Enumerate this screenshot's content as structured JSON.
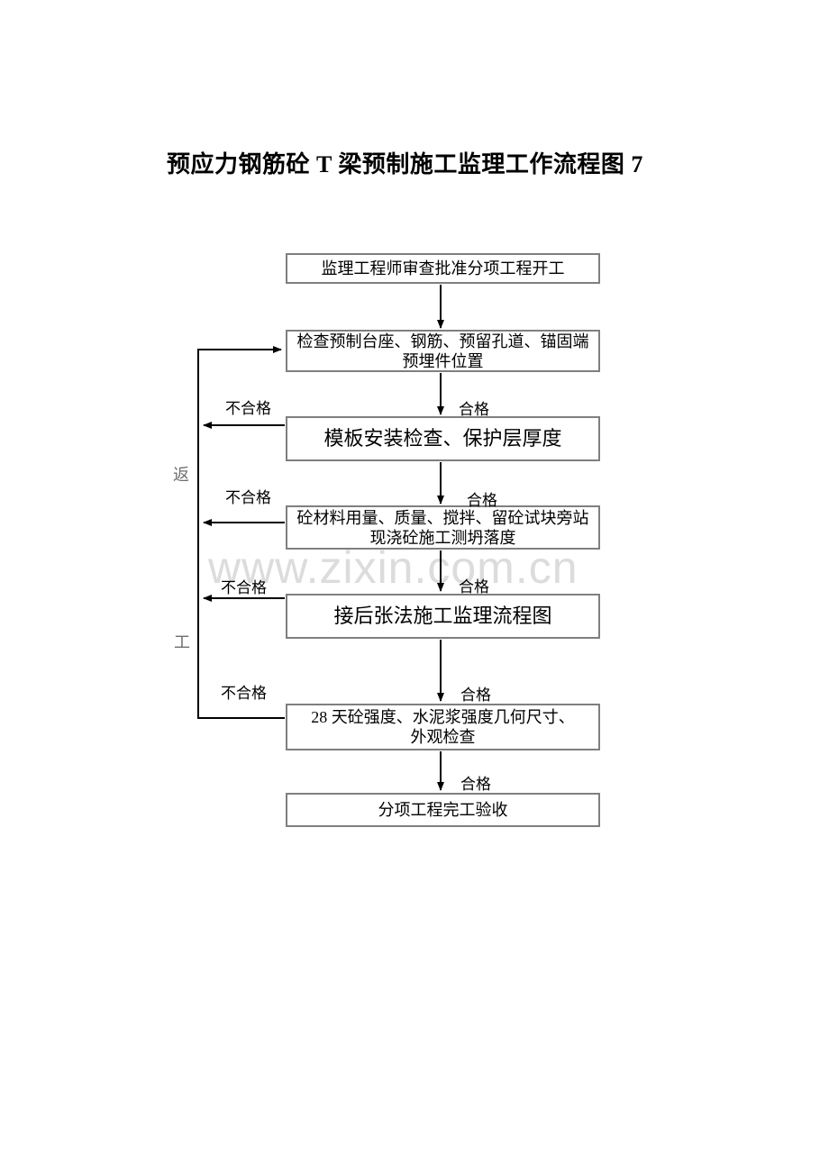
{
  "title": "预应力钢筋砼 T 梁预制施工监理工作流程图 7",
  "watermark": "www.zixin.com.cn",
  "flow": {
    "boxes": [
      "监理工程师审查批准分项工程开工",
      "检查预制台座、钢筋、预留孔道、锚固端\n预埋件位置",
      "模板安装检查、保护层厚度",
      "砼材料用量、质量、搅拌、留砼试块旁站\n现浇砼施工测坍落度",
      "接后张法施工监理流程图",
      "28 天砼强度、水泥浆强度几何尺寸、\n外观检查",
      "分项工程完工验收"
    ],
    "labels": {
      "pass": "合格",
      "fail": "不合格",
      "rework_top": "返",
      "rework_bottom": "工"
    },
    "colors": {
      "line": "#000000",
      "box_border": "#7f7f7f",
      "rework_text": "#6e6e6e",
      "watermark": "#dcdcdc"
    }
  }
}
